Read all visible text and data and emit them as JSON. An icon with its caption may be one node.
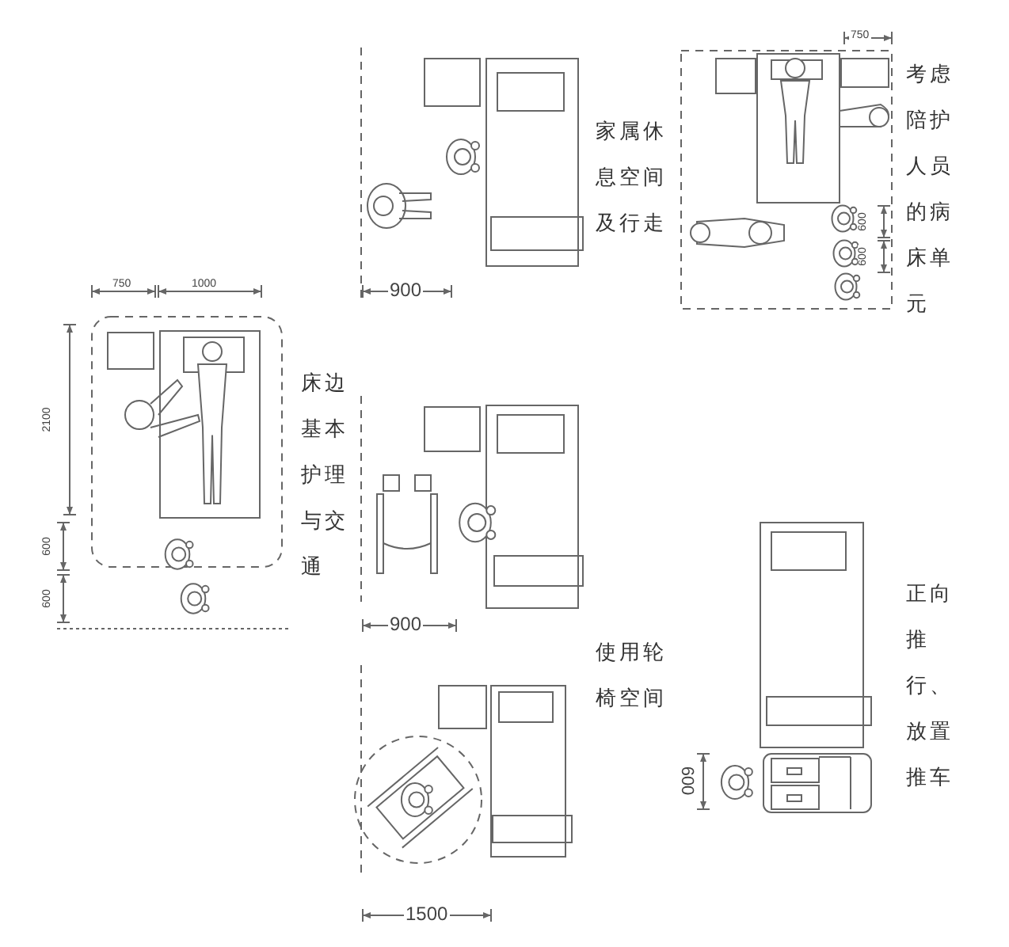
{
  "diagram": {
    "labels": [
      "750",
      "考虑陪护人员的病床单元",
      "家属休息空间及行走",
      "600",
      "600",
      "900",
      "750",
      "1000",
      "2100",
      "床边基本护理与交通",
      "600",
      "600",
      "900",
      "使用轮椅空间",
      "正向推行、放置推车",
      "600",
      "1500"
    ]
  }
}
